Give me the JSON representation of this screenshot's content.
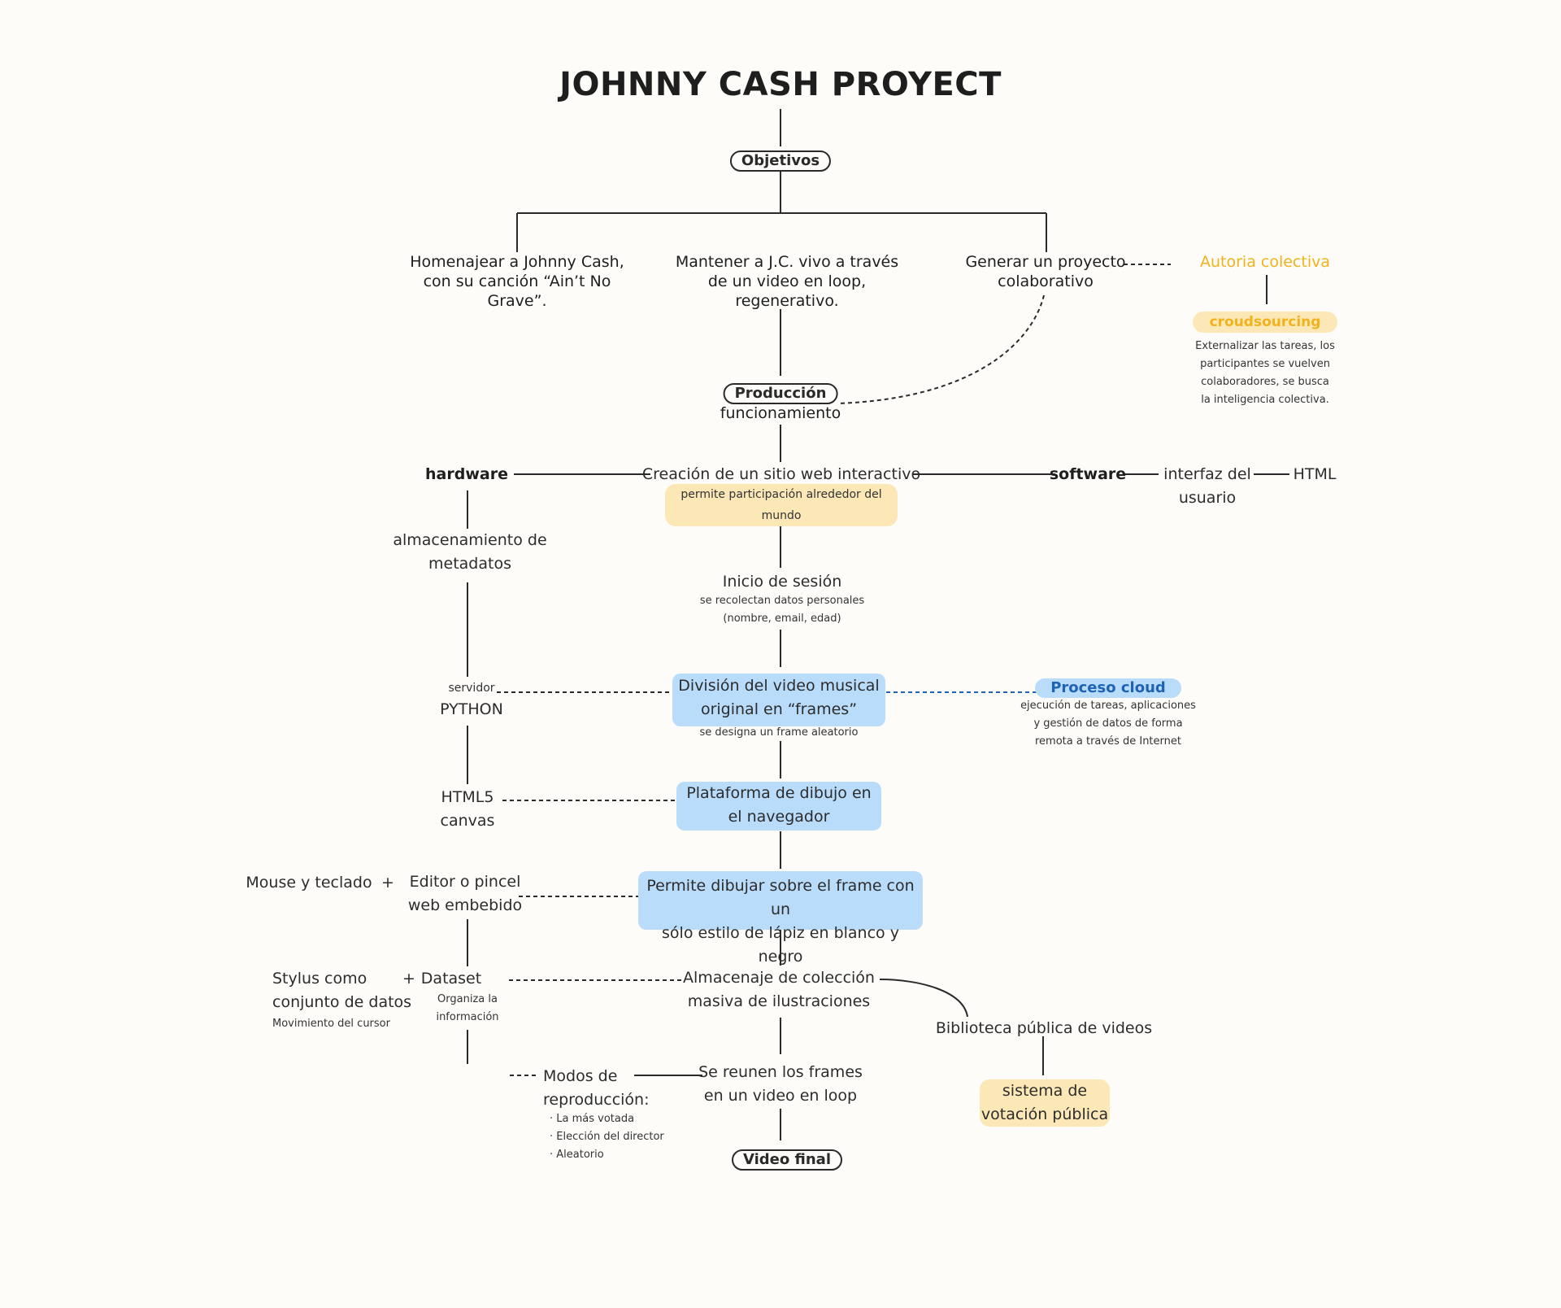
{
  "colors": {
    "background": "#fdfcf8",
    "line": "#2a2a2a",
    "blue_box": "#b9dcfb",
    "blue_line": "#1f63b5",
    "yellow_box": "#fbe8b6",
    "orange_text": "#f2b21b"
  },
  "title": "JOHNNY CASH PROYECT",
  "objetivos": {
    "label": "Objetivos",
    "items": [
      "Homenajear a Johnny Cash,\ncon su canción  “Ain’t No\nGrave”.",
      "Mantener a J.C. vivo a través\nde un video en loop,\nregenerativo.",
      "Generar un proyecto\ncolaborativo"
    ]
  },
  "autoria": {
    "label": "Autoria colectiva",
    "crowd": "croudsourcing",
    "crowd_desc": "Externalizar las tareas, los\nparticipantes se vuelven\ncolaboradores, se busca\nla inteligencia colectiva."
  },
  "produccion": {
    "label": "Producción",
    "sub": "funcionamiento"
  },
  "sitio": {
    "label": "Creación de un sitio web interactivo",
    "note": "permite participación alrededor del mundo"
  },
  "hardware": {
    "label": "hardware",
    "storage": "almacenamiento de\nmetadatos",
    "servidor": "servidor",
    "python": "PYTHON",
    "html5": "HTML5\ncanvas",
    "editor": "Editor o pincel\nweb embebido",
    "mouse": "Mouse y teclado",
    "plus": "+",
    "dataset": "Dataset",
    "dataset_desc": "Organiza la\ninformación",
    "stylus": "Stylus como\nconjunto de datos",
    "stylus_desc": "Movimiento del cursor"
  },
  "software": {
    "label": "software",
    "interfaz": "interfaz del\nusuario",
    "html": "HTML"
  },
  "flow": {
    "inicio": "Inicio de sesión",
    "inicio_desc": "se recolectan datos personales\n(nombre, email, edad)",
    "division": "División del video musical\noriginal en “frames”",
    "division_desc": "se designa un frame aleatorio",
    "plataforma": "Plataforma de dibujo en\nel navegador",
    "permite": "Permite dibujar sobre el frame con un\nsólo estilo de lápiz en blanco y negro",
    "almacenaje": "Almacenaje de colección\nmasiva de ilustraciones",
    "reunen": "Se reunen los frames\nen un video en loop",
    "final": "Video final"
  },
  "cloud": {
    "label": "Proceso cloud",
    "desc": "ejecución de tareas, aplicaciones\ny gestión de datos de forma\nremota a través de Internet"
  },
  "biblioteca": {
    "label": "Biblioteca pública de videos",
    "votacion": "sistema de\nvotación pública"
  },
  "modos": {
    "label": "Modos de\nreproducción:",
    "items": [
      "La más votada",
      "Elección del director",
      "Aleatorio"
    ]
  }
}
